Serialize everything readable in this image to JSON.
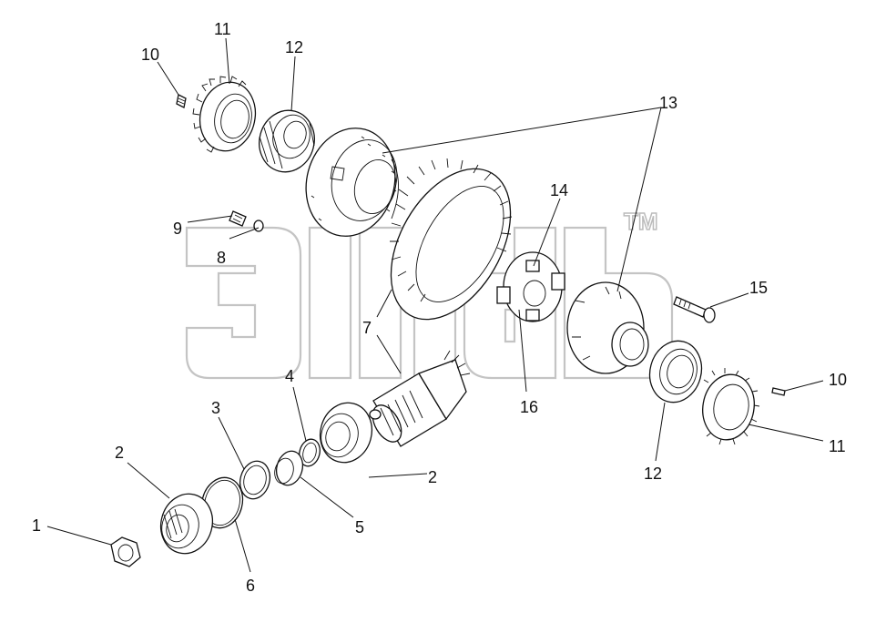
{
  "watermark": {
    "trademark": "TM"
  },
  "corner_mark": "",
  "callouts": [
    {
      "id": "c1",
      "text": "1"
    },
    {
      "id": "c2a",
      "text": "2"
    },
    {
      "id": "c2b",
      "text": "2"
    },
    {
      "id": "c3",
      "text": "3"
    },
    {
      "id": "c4",
      "text": "4"
    },
    {
      "id": "c5",
      "text": "5"
    },
    {
      "id": "c6",
      "text": "6"
    },
    {
      "id": "c7",
      "text": "7"
    },
    {
      "id": "c8",
      "text": "8"
    },
    {
      "id": "c9",
      "text": "9"
    },
    {
      "id": "c10a",
      "text": "10"
    },
    {
      "id": "c10b",
      "text": "10"
    },
    {
      "id": "c11a",
      "text": "11"
    },
    {
      "id": "c11b",
      "text": "11"
    },
    {
      "id": "c12a",
      "text": "12"
    },
    {
      "id": "c12b",
      "text": "12"
    },
    {
      "id": "c13",
      "text": "13"
    },
    {
      "id": "c14",
      "text": "14"
    },
    {
      "id": "c15",
      "text": "15"
    },
    {
      "id": "c16",
      "text": "16"
    }
  ]
}
